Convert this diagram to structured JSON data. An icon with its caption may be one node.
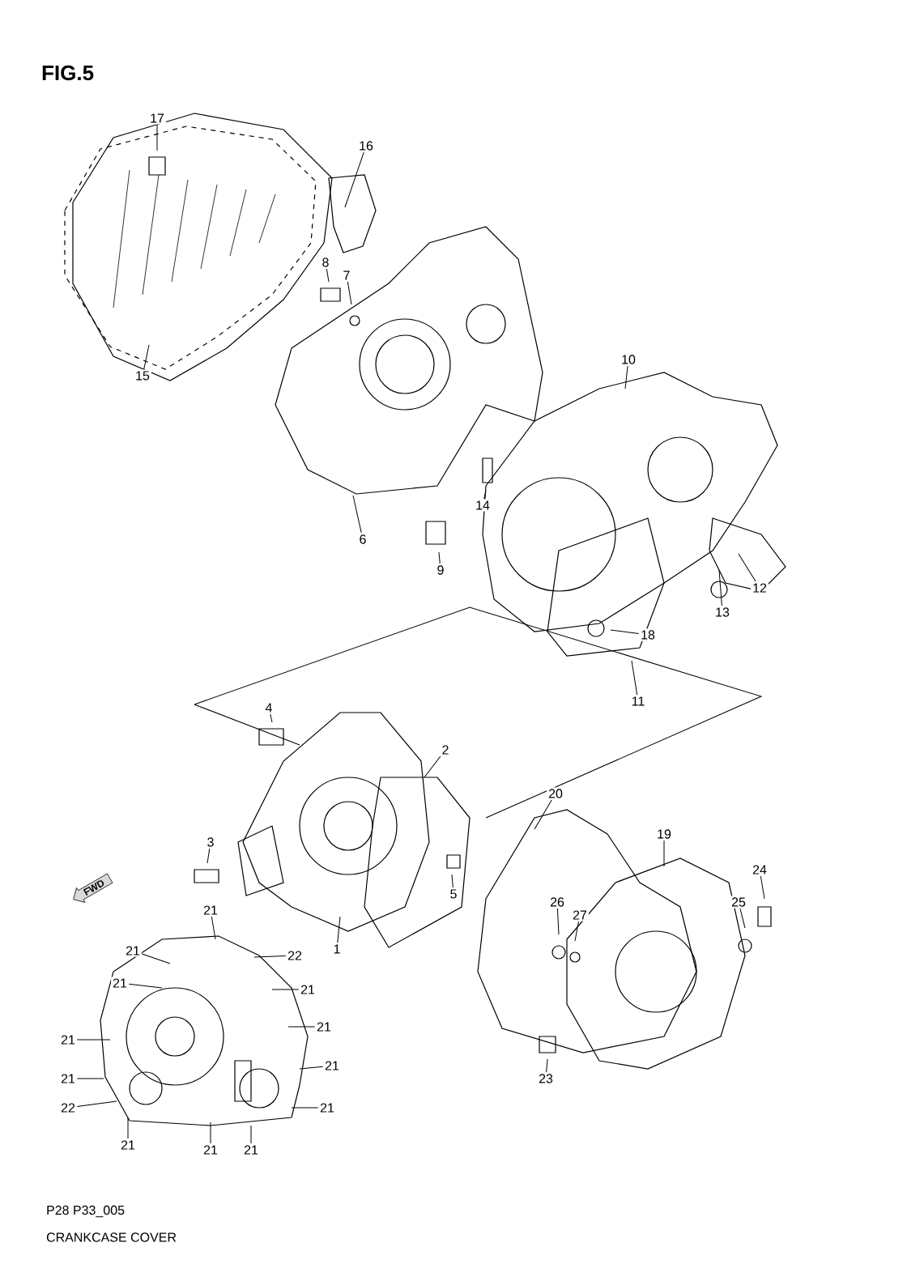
{
  "diagram": {
    "title": "FIG.5",
    "caption": "CRANKCASE COVER",
    "nodes": [
      {
        "text": [
          "17"
        ]
      },
      {
        "text": [
          "16"
        ]
      },
      {
        "text": [
          "8"
        ]
      },
      {
        "text": [
          "7"
        ]
      },
      {
        "text": [
          "15"
        ]
      },
      {
        "text": [
          "10"
        ]
      },
      {
        "text": [
          "6"
        ]
      },
      {
        "text": [
          "14"
        ]
      },
      {
        "text": [
          "9"
        ]
      },
      {
        "text": [
          "12"
        ]
      },
      {
        "text": [
          "13"
        ]
      },
      {
        "text": [
          "18"
        ]
      },
      {
        "text": [
          "11"
        ]
      },
      {
        "text": [
          "4"
        ]
      },
      {
        "text": [
          "2"
        ]
      },
      {
        "text": [
          "20"
        ]
      },
      {
        "text": [
          "3"
        ]
      },
      {
        "text": [
          "19"
        ]
      },
      {
        "text": [
          "24"
        ]
      },
      {
        "text": [
          "5"
        ]
      },
      {
        "text": [
          "26"
        ]
      },
      {
        "text": [
          "27"
        ]
      },
      {
        "text": [
          "25"
        ]
      },
      {
        "text": [
          "21"
        ]
      },
      {
        "text": [
          "1"
        ]
      },
      {
        "text": [
          "21"
        ]
      },
      {
        "text": [
          "22"
        ]
      },
      {
        "text": [
          "21"
        ]
      },
      {
        "text": [
          "21"
        ]
      },
      {
        "text": [
          "21"
        ]
      },
      {
        "text": [
          "21"
        ]
      },
      {
        "text": [
          "21"
        ]
      },
      {
        "text": [
          "21"
        ]
      },
      {
        "text": [
          "22"
        ]
      },
      {
        "text": [
          "21"
        ]
      },
      {
        "text": [
          "21"
        ]
      },
      {
        "text": [
          "23"
        ]
      },
      {
        "text": [
          "21"
        ]
      },
      {
        "text": [
          "21"
        ]
      }
    ],
    "edges": [
      {
        "from": 0,
        "to": null,
        "arrow": "none"
      },
      {
        "from": 1,
        "to": null,
        "arrow": "none"
      },
      {
        "from": 2,
        "to": null,
        "arrow": "none"
      },
      {
        "from": 3,
        "to": null,
        "arrow": "none"
      },
      {
        "from": 4,
        "to": null,
        "arrow": "none"
      },
      {
        "from": 5,
        "to": null,
        "arrow": "none"
      },
      {
        "from": 6,
        "to": null,
        "arrow": "none"
      },
      {
        "from": 7,
        "to": null,
        "arrow": "none"
      },
      {
        "from": 8,
        "to": null,
        "arrow": "none"
      },
      {
        "from": 9,
        "to": null,
        "arrow": "none"
      },
      {
        "from": 10,
        "to": null,
        "arrow": "none"
      },
      {
        "from": 11,
        "to": null,
        "arrow": "none"
      },
      {
        "from": 12,
        "to": null,
        "arrow": "none"
      },
      {
        "from": 13,
        "to": null,
        "arrow": "none"
      },
      {
        "from": 14,
        "to": null,
        "arrow": "none"
      },
      {
        "from": 15,
        "to": null,
        "arrow": "none"
      },
      {
        "from": 16,
        "to": null,
        "arrow": "none"
      },
      {
        "from": 17,
        "to": null,
        "arrow": "none"
      },
      {
        "from": 18,
        "to": null,
        "arrow": "none"
      },
      {
        "from": 19,
        "to": null,
        "arrow": "none"
      },
      {
        "from": 20,
        "to": null,
        "arrow": "none"
      },
      {
        "from": 21,
        "to": null,
        "arrow": "none"
      },
      {
        "from": 22,
        "to": null,
        "arrow": "none"
      },
      {
        "from": 23,
        "to": null,
        "arrow": "none"
      },
      {
        "from": 24,
        "to": null,
        "arrow": "none"
      },
      {
        "from": 25,
        "to": null,
        "arrow": "none"
      },
      {
        "from": 26,
        "to": null,
        "arrow": "none"
      },
      {
        "from": 27,
        "to": null,
        "arrow": "none"
      },
      {
        "from": 28,
        "to": null,
        "arrow": "none"
      },
      {
        "from": 29,
        "to": null,
        "arrow": "none"
      },
      {
        "from": 30,
        "to": null,
        "arrow": "none"
      },
      {
        "from": 31,
        "to": null,
        "arrow": "none"
      },
      {
        "from": 32,
        "to": null,
        "arrow": "none"
      },
      {
        "from": 33,
        "to": null,
        "arrow": "none"
      },
      {
        "from": 34,
        "to": null,
        "arrow": "none"
      },
      {
        "from": 35,
        "to": null,
        "arrow": "none"
      },
      {
        "from": 36,
        "to": null,
        "arrow": "none"
      },
      {
        "from": 37,
        "to": null,
        "arrow": "none"
      },
      {
        "from": 38,
        "to": null,
        "arrow": "none"
      }
    ],
    "labels": [
      "FWD",
      "P28 P33_005"
    ]
  }
}
